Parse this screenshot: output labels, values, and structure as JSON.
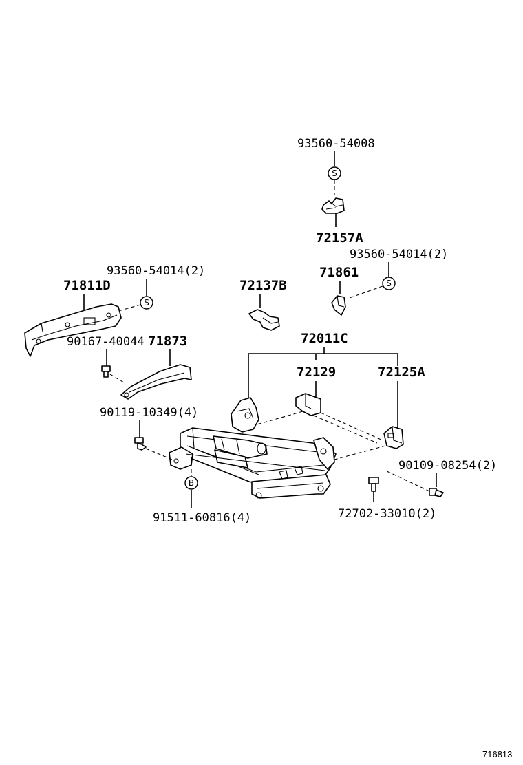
{
  "diagram": {
    "callouts": {
      "p93560_54008": "93560-54008",
      "p72157A": "72157A",
      "p93560_54014_2_right": "93560-54014(2)",
      "p71861": "71861",
      "p93560_54014_2_left": "93560-54014(2)",
      "p71811D": "71811D",
      "p72137B": "72137B",
      "p72011C": "72011C",
      "p90167_40044": "90167-40044",
      "p71873": "71873",
      "p72129": "72129",
      "p72125A": "72125A",
      "p90119_10349_4": "90119-10349(4)",
      "p90109_08254_2": "90109-08254(2)",
      "p91511_60816_4": "91511-60816(4)",
      "p72702_33010_2": "72702-33010(2)"
    },
    "symbols": {
      "s": "S",
      "b": "B"
    },
    "catalog_id": "716813"
  }
}
